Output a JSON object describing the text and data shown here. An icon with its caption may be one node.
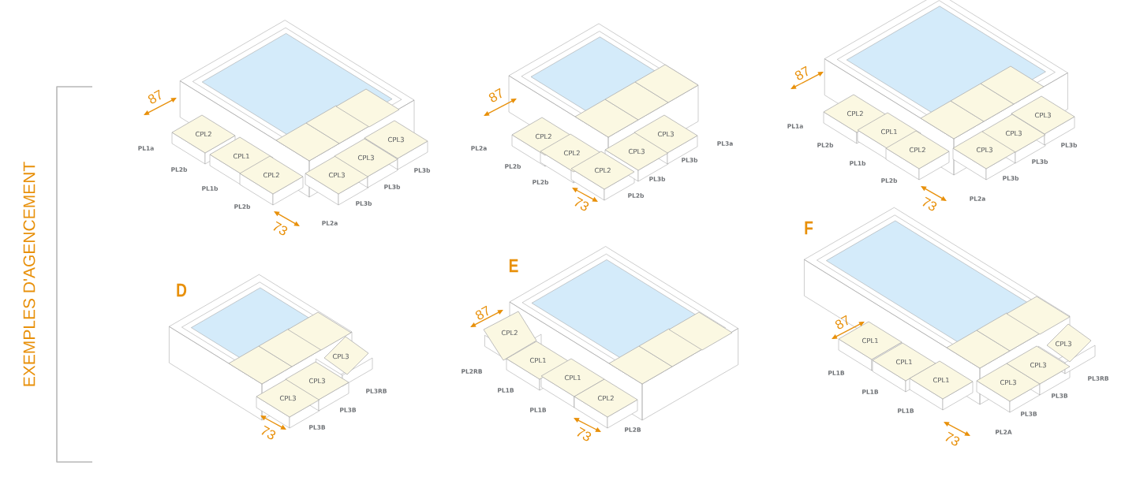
{
  "diagram": {
    "title": "EXEMPLES D'AGENCEMENT",
    "nodes": [
      {
        "text": [
          "CPL2"
        ]
      },
      {
        "text": [
          "CPL1"
        ]
      },
      {
        "text": [
          "CPL2"
        ]
      },
      {
        "text": [
          "CPL3"
        ]
      },
      {
        "text": [
          "CPL3"
        ]
      },
      {
        "text": [
          "CPL3"
        ]
      },
      {
        "text": [],
        "shape": "diamond"
      },
      {
        "text": [],
        "shape": "diamond"
      },
      {
        "text": [],
        "shape": "diamond"
      },
      {
        "text": [
          "CPL2"
        ]
      },
      {
        "text": [
          "CPL2"
        ]
      },
      {
        "text": [
          "CPL2"
        ]
      },
      {
        "text": [
          "CPL3"
        ]
      },
      {
        "text": [
          "CPL3"
        ]
      },
      {
        "text": [],
        "shape": "diamond"
      },
      {
        "text": [],
        "shape": "diamond"
      },
      {
        "text": [],
        "shape": "diamond"
      },
      {
        "text": [
          "CPL2"
        ]
      },
      {
        "text": [
          "CPL1"
        ]
      },
      {
        "text": [
          "CPL2"
        ]
      },
      {
        "text": [
          "CPL3"
        ]
      },
      {
        "text": [
          "CPL3"
        ]
      },
      {
        "text": [
          "CPL3"
        ]
      },
      {
        "text": [],
        "shape": "diamond"
      },
      {
        "text": [],
        "shape": "diamond"
      },
      {
        "text": [],
        "shape": "diamond"
      },
      {
        "text": [
          "CPL3"
        ]
      },
      {
        "text": [
          "CPL3"
        ]
      },
      {
        "text": [
          "CPL3"
        ]
      },
      {
        "text": [],
        "shape": "diamond"
      },
      {
        "text": [],
        "shape": "diamond"
      },
      {
        "text": [],
        "shape": "diamond"
      },
      {
        "text": [
          "CPL2"
        ]
      },
      {
        "text": [
          "CPL1"
        ]
      },
      {
        "text": [
          "CPL1"
        ]
      },
      {
        "text": [
          "CPL2"
        ]
      },
      {
        "text": [],
        "shape": "diamond"
      },
      {
        "text": [],
        "shape": "diamond"
      },
      {
        "text": [],
        "shape": "diamond"
      },
      {
        "text": [
          "CPL1"
        ]
      },
      {
        "text": [
          "CPL1"
        ]
      },
      {
        "text": [
          "CPL1"
        ]
      },
      {
        "text": [
          "CPL3"
        ]
      },
      {
        "text": [
          "CPL3"
        ]
      },
      {
        "text": [
          "CPL3"
        ]
      },
      {
        "text": [],
        "shape": "diamond"
      },
      {
        "text": [],
        "shape": "diamond"
      },
      {
        "text": [],
        "shape": "diamond"
      }
    ],
    "labels": [
      "PL1a",
      "PL2b",
      "PL1b",
      "PL2b",
      "PL2a",
      "PL3b",
      "PL3b",
      "PL3b",
      "87",
      "73",
      "PL2a",
      "PL2b",
      "PL2b",
      "PL2b",
      "PL3b",
      "PL3b",
      "PL3a",
      "87",
      "73",
      "PL1a",
      "PL2b",
      "PL1b",
      "PL2b",
      "PL2a",
      "PL3b",
      "PL3b",
      "PL3b",
      "87",
      "73",
      "D",
      "PL3RB",
      "PL3B",
      "PL3B",
      "73",
      "E",
      "87",
      "PL2RB",
      "PL1B",
      "PL1B",
      "PL2B",
      "73",
      "F",
      "87",
      "PL1B",
      "PL1B",
      "PL1B",
      "PL2A",
      "PL3B",
      "PL3B",
      "PL3RB",
      "73"
    ]
  }
}
